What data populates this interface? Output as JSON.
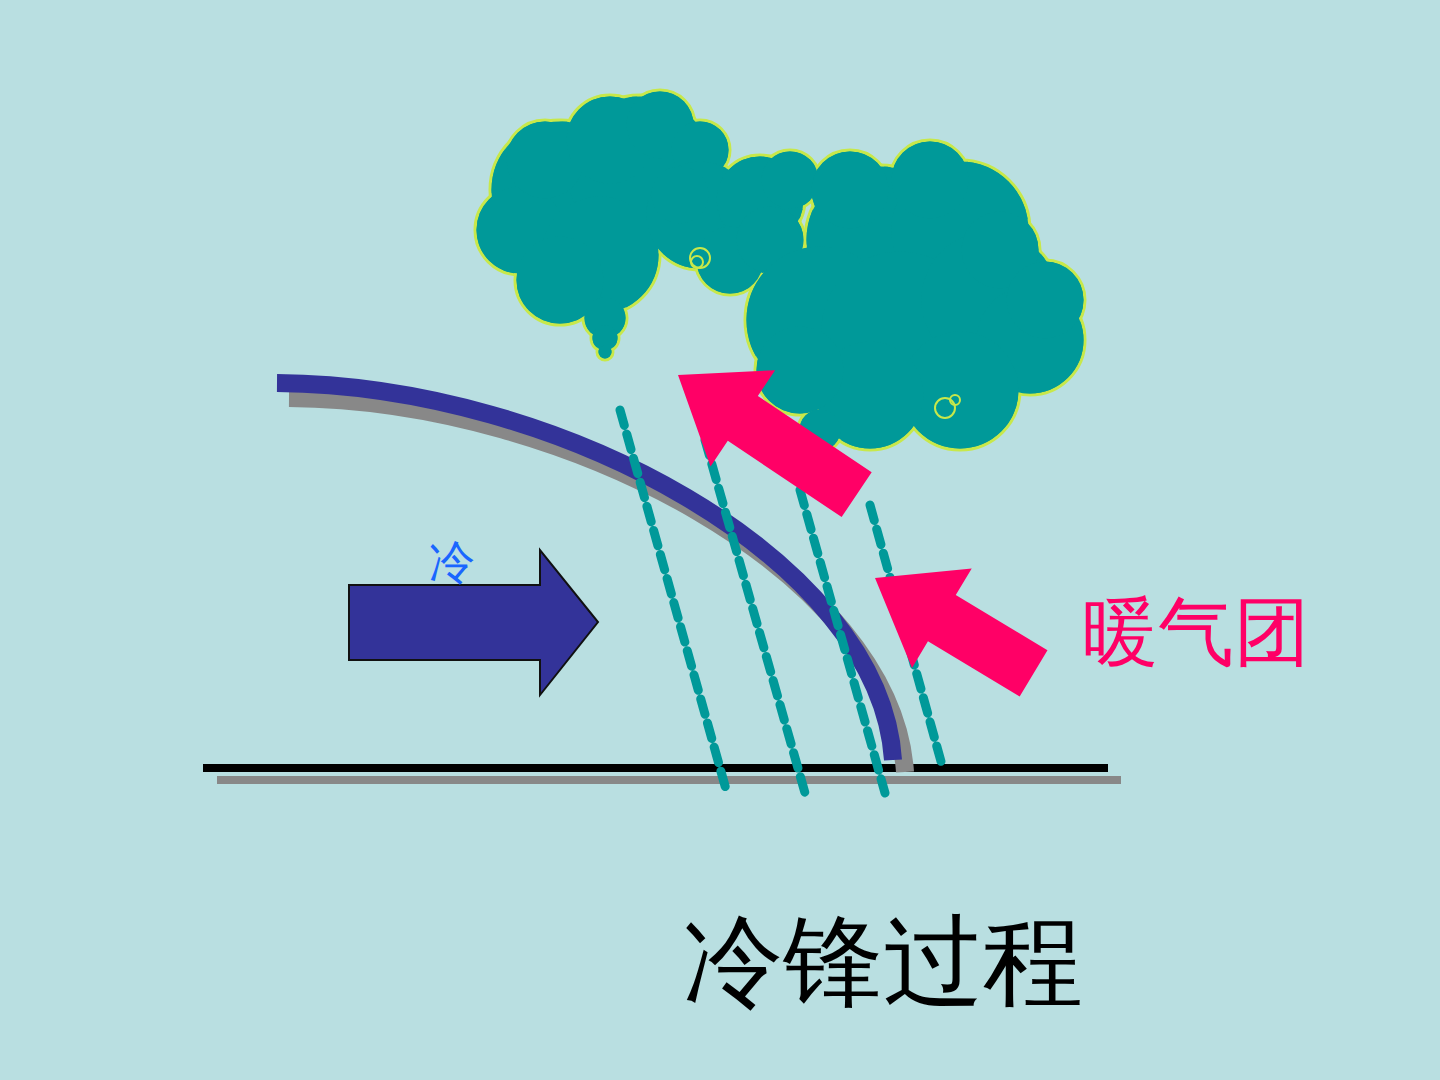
{
  "diagram": {
    "caption": "冷锋过程",
    "labels": [
      "冷",
      "暖气团"
    ]
  }
}
